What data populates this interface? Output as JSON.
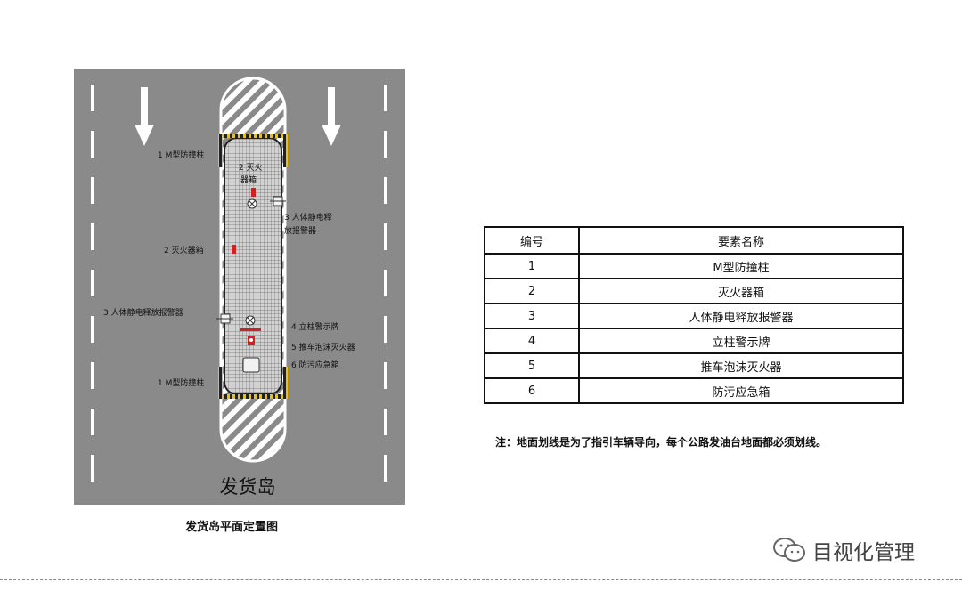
{
  "diagram": {
    "island_title": "发货岛",
    "labels": {
      "m_post_top": "1 M型防撞柱",
      "fire_box_top_line1": "2 灭火",
      "fire_box_top_line2": "器箱",
      "static_alarm_right_line1": "3 人体静电释",
      "static_alarm_right_line2": "放报警器",
      "fire_box_left": "2 灭火器箱",
      "static_alarm_left": "3 人体静电释放报警器",
      "post_sign": "4 立柱警示牌",
      "foam_extinguisher": "5 推车泡沫灭火器",
      "spill_box": "6 防污应急箱",
      "m_post_bottom": "1 M型防撞柱"
    },
    "caption": "发货岛平面定置图"
  },
  "table": {
    "headers": [
      "编号",
      "要素名称"
    ],
    "rows": [
      [
        "1",
        "M型防撞柱"
      ],
      [
        "2",
        "灭火器箱"
      ],
      [
        "3",
        "人体静电释放报警器"
      ],
      [
        "4",
        "立柱警示牌"
      ],
      [
        "5",
        "推车泡沫灭火器"
      ],
      [
        "6",
        "防污应急箱"
      ]
    ]
  },
  "note": "注：地面划线是为了指引车辆导向，每个公路发油台地面都必须划线。",
  "brand": {
    "name": "目视化管理",
    "icon": "wechat-icon"
  },
  "colors": {
    "road": "#8a8a8a",
    "lane_marking": "#ffffff",
    "fire_box": "#cc2222",
    "bumper_post": "#f2c200"
  }
}
